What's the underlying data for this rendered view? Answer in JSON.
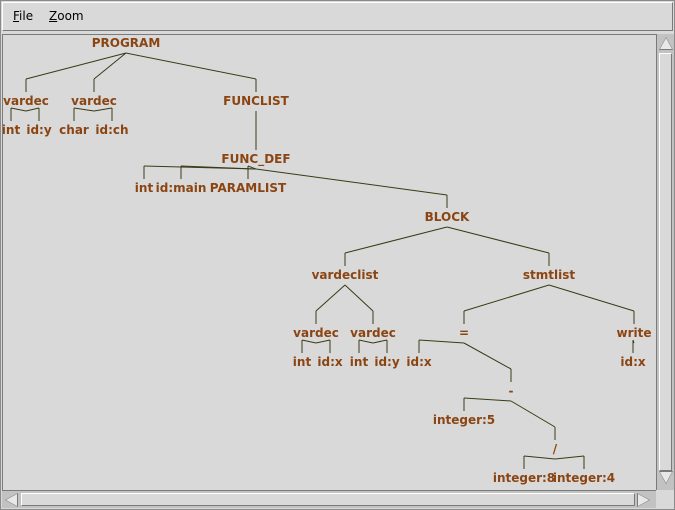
{
  "menubar": {
    "file": "File",
    "file_mnemonic": "F",
    "file_rest": "ile",
    "zoom": "Zoom",
    "zoom_mnemonic": "Z",
    "zoom_rest": "oom"
  },
  "colors": {
    "node_label": "#8b4513",
    "edge": "#3a3a16",
    "background": "#d9d9d9"
  },
  "tree": {
    "label": "PROGRAM",
    "children": [
      {
        "label": "vardec",
        "children": [
          {
            "label": "int"
          },
          {
            "label": "id:y"
          }
        ]
      },
      {
        "label": "vardec",
        "children": [
          {
            "label": "char"
          },
          {
            "label": "id:ch"
          }
        ]
      },
      {
        "label": "FUNCLIST",
        "children": [
          {
            "label": "FUNC_DEF",
            "children": [
              {
                "label": "int"
              },
              {
                "label": "id:main"
              },
              {
                "label": "PARAMLIST"
              },
              {
                "label": "BLOCK",
                "children": [
                  {
                    "label": "vardeclist",
                    "children": [
                      {
                        "label": "vardec",
                        "children": [
                          {
                            "label": "int"
                          },
                          {
                            "label": "id:x"
                          }
                        ]
                      },
                      {
                        "label": "vardec",
                        "children": [
                          {
                            "label": "int"
                          },
                          {
                            "label": "id:y"
                          }
                        ]
                      }
                    ]
                  },
                  {
                    "label": "stmtlist",
                    "children": [
                      {
                        "label": "=",
                        "children": [
                          {
                            "label": "id:x"
                          },
                          {
                            "label": "-",
                            "children": [
                              {
                                "label": "integer:5"
                              },
                              {
                                "label": "/",
                                "children": [
                                  {
                                    "label": "integer:8"
                                  },
                                  {
                                    "label": "integer:4"
                                  }
                                ]
                              }
                            ]
                          }
                        ]
                      },
                      {
                        "label": "write",
                        "children": [
                          {
                            "label": "id:x"
                          }
                        ]
                      }
                    ]
                  }
                ]
              }
            ]
          }
        ]
      }
    ]
  }
}
